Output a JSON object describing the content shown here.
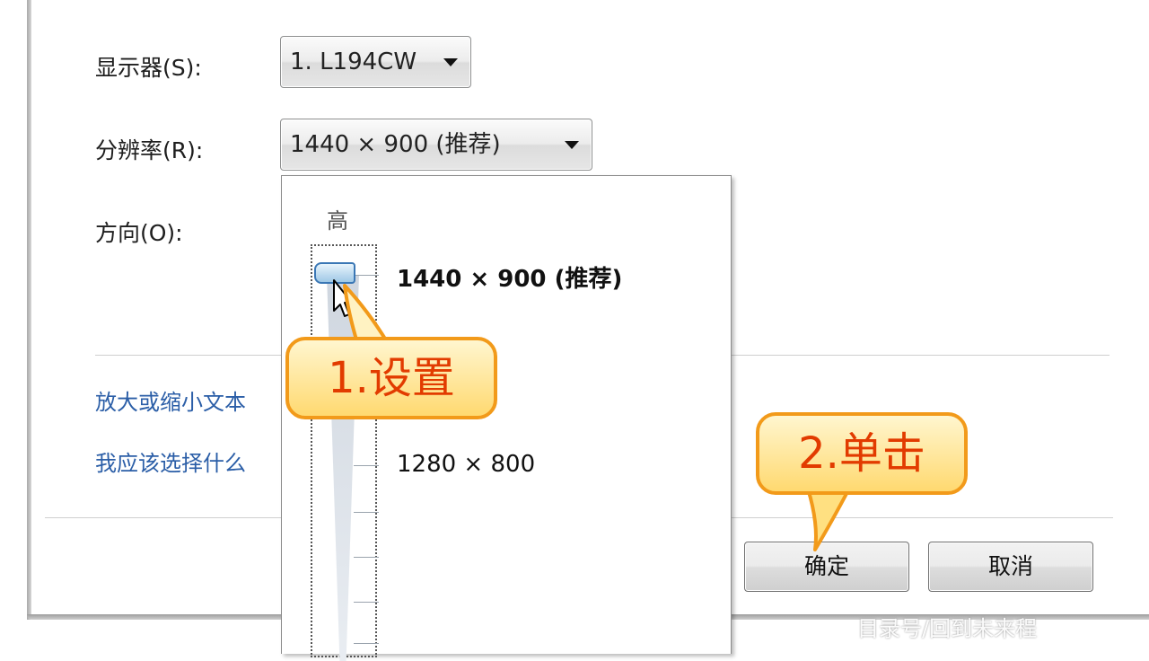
{
  "fields": {
    "monitor_label": "显示器(S):",
    "monitor_value": "1. L194CW",
    "resolution_label": "分辨率(R):",
    "resolution_value": "1440 × 900 (推荐)",
    "orientation_label": "方向(O):"
  },
  "links": {
    "zoom_text": "放大或缩小文本",
    "which_setting": "我应该选择什么"
  },
  "buttons": {
    "ok": "确定",
    "cancel": "取消"
  },
  "resolution_popup": {
    "high_label": "高",
    "options": [
      "1440 × 900 (推荐)",
      "1280 × 800"
    ],
    "selected": "1440 × 900 (推荐)"
  },
  "callouts": {
    "step1": "1.设置",
    "step2": "2.单击"
  },
  "watermark": "目录号/回到未来程",
  "icons": {
    "dropdown": "chevron-down-icon",
    "pointer": "mouse-pointer-icon",
    "slider_thumb": "slider-thumb-icon"
  }
}
